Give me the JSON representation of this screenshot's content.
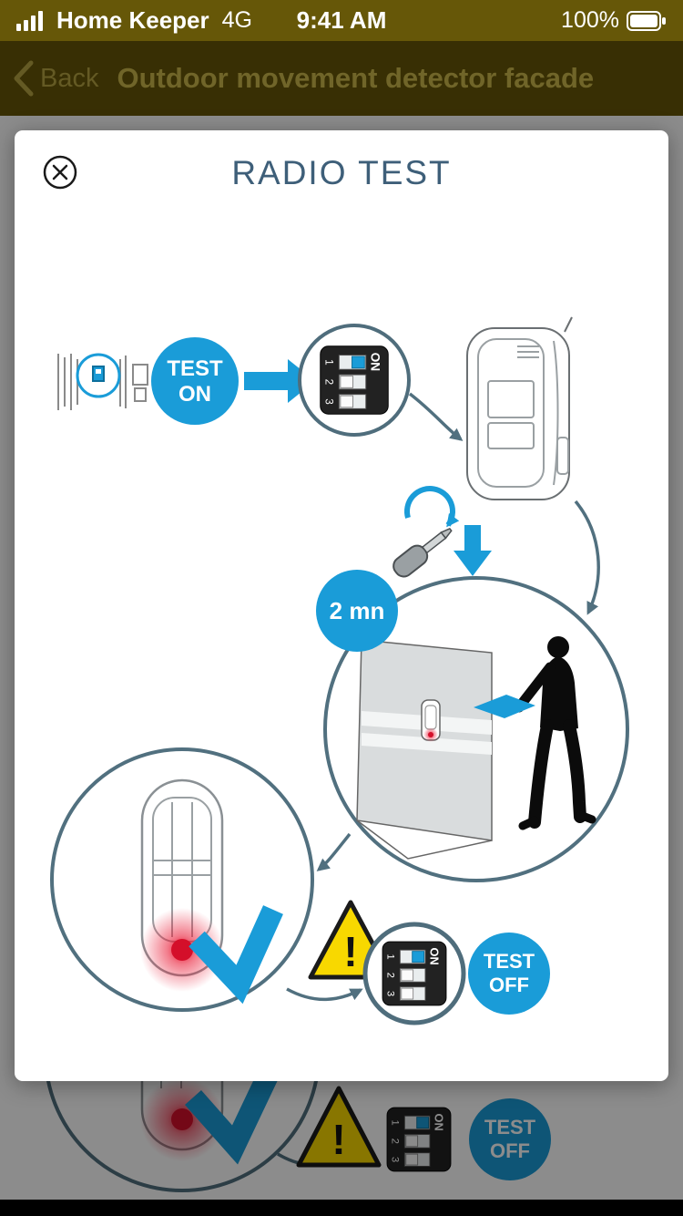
{
  "status_bar": {
    "carrier": "Home Keeper",
    "network": "4G",
    "time": "9:41 AM",
    "battery_percent": "100%"
  },
  "nav_bar": {
    "back_label": "Back",
    "title": "Outdoor movement detector facade"
  },
  "modal": {
    "title": "RADIO TEST",
    "diagram": {
      "test_word": "TEST",
      "on_word": "ON",
      "off_word": "OFF",
      "timer_label": "2 mn",
      "dip_on_label": "ON",
      "dip_positions": [
        "1",
        "2",
        "3"
      ],
      "warning_mark": "!"
    }
  },
  "colors": {
    "accent_blue": "#1a9cd8",
    "olive_bar": "#665708",
    "slate_outline": "#51707f",
    "warning_yellow": "#f8d800",
    "led_red": "#d40f2a",
    "title_blue": "#3e5f79"
  }
}
